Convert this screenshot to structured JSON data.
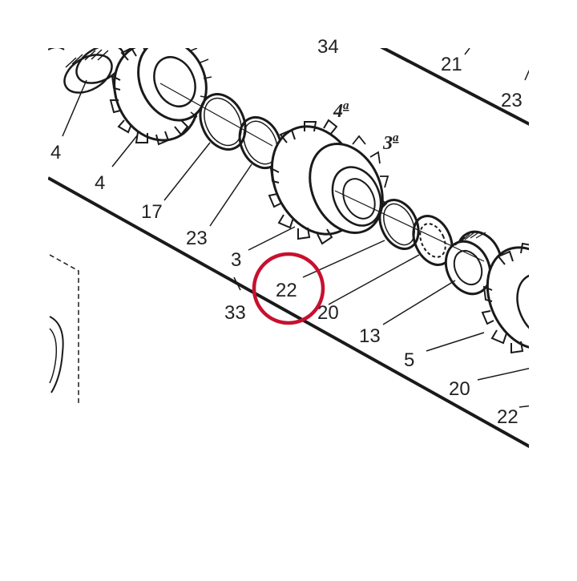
{
  "highlight_color": "#c8102e",
  "line_color": "#1a1a1a",
  "gear_labels": {
    "fourth": {
      "num": "4",
      "sup": "a"
    },
    "third": {
      "num": "3",
      "sup": "a"
    }
  },
  "callouts": {
    "c34": "34",
    "c21": "21",
    "c23_top": "23",
    "c4_a": "4",
    "c4_b": "4",
    "c17": "17",
    "c23": "23",
    "c3": "3",
    "c22": "22",
    "c33": "33",
    "c20": "20",
    "c13": "13",
    "c5": "5",
    "c20_b": "20",
    "c22_b": "22"
  },
  "icons": [
    "gear-icon",
    "circlip-icon",
    "needle-bearing-icon",
    "highlight-circle-icon"
  ]
}
